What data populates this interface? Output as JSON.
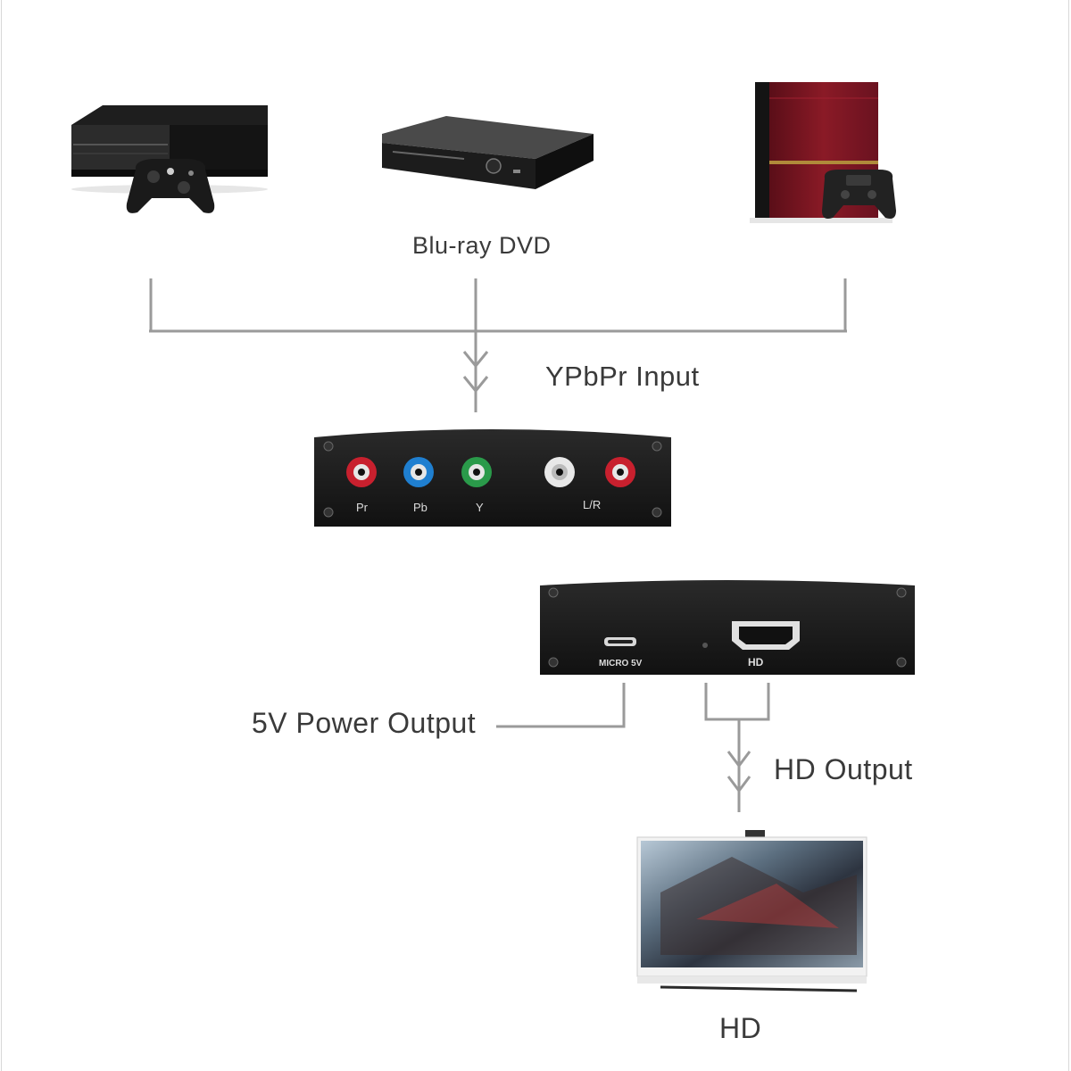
{
  "labels": {
    "bluray_dvd": "Blu-ray DVD",
    "ypbpr_input": "YPbPr Input",
    "power_output": "5V Power Output",
    "hd_output": "HD Output",
    "tv": "HD"
  },
  "input_panel": {
    "port_pr": "Pr",
    "port_pb": "Pb",
    "port_y": "Y",
    "port_lr": "L/R"
  },
  "output_panel": {
    "micro_usb": "MICRO 5V",
    "hdmi": "HD"
  },
  "colors": {
    "line": "#9a9a9a",
    "panel": "#161616",
    "red_jack": "#c8202e",
    "blue_jack": "#1f7fd0",
    "green_jack": "#2a9a4a",
    "white_jack": "#e8e8e8",
    "console_red": "#7a1420"
  }
}
